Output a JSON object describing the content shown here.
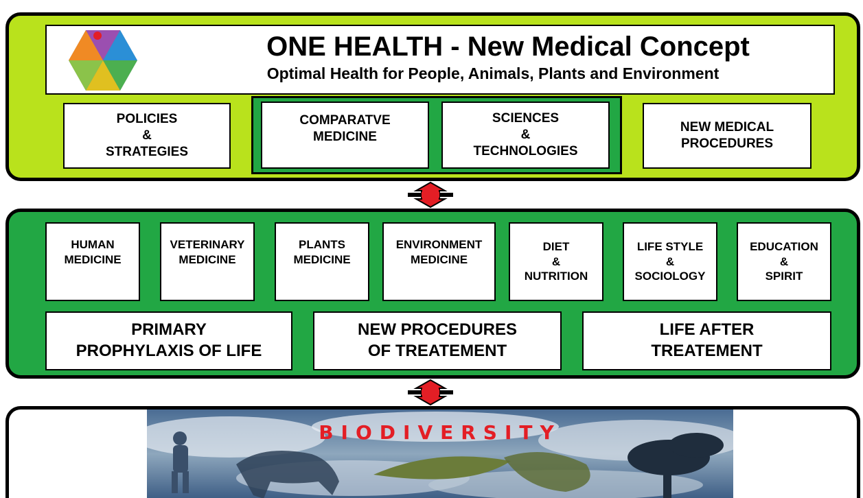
{
  "header": {
    "title": "ONE HEALTH - New Medical Concept",
    "subtitle": "Optimal Health for People, Animals, Plants and Environment"
  },
  "top_row": {
    "policies": "POLICIES\n&\nSTRATEGIES",
    "comparative": "COMPARATVE\nMEDICINE",
    "sciences": "SCIENCES\n&\nTECHNOLOGIES",
    "procedures": "NEW MEDICAL\nPROCEDURES"
  },
  "mid_row": [
    "HUMAN\nMEDICINE",
    "VETERINARY\nMEDICINE",
    "PLANTS\nMEDICINE",
    "ENVIRONMENT\nMEDICINE",
    "DIET\n&\nNUTRITION",
    "LIFE STYLE\n&\nSOCIOLOGY",
    "EDUCATION\n&\nSPIRIT"
  ],
  "bottom_row": [
    "PRIMARY\nPROPHYLAXIS OF LIFE",
    "NEW PROCEDURES\nOF TREATEMENT",
    "LIFE AFTER\nTREATEMENT"
  ],
  "biodiversity": {
    "label": "BIODIVERSITY"
  },
  "colors": {
    "top_panel": "#b9e21c",
    "mid_panel": "#22a744",
    "arrow": "#e31e25",
    "biodiversity_text": "#e31e25"
  },
  "icons": [
    "one-health-logo-icon",
    "double-arrow-icon",
    "biodiversity-image"
  ]
}
